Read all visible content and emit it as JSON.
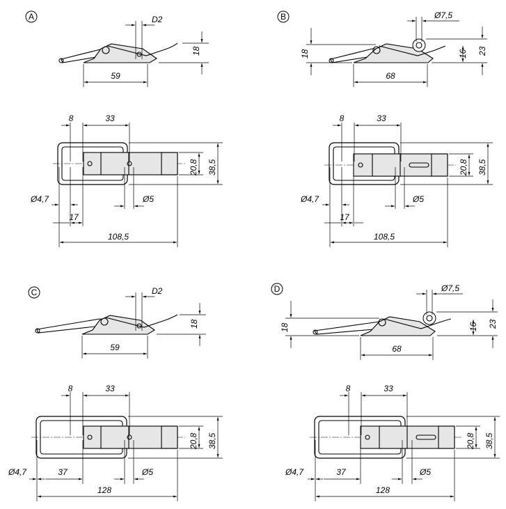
{
  "variants": [
    {
      "id": "A",
      "side": {
        "label_d2": "D2",
        "height": "18",
        "width": "59"
      },
      "plan": {
        "pitch_1": "8",
        "pitch_2": "33",
        "inner_h": "20,8",
        "outer_h": "38,5",
        "hole_d": "Ø4,7",
        "pin_d": "Ø5",
        "offset": "17",
        "length": "108,5"
      }
    },
    {
      "id": "B",
      "side": {
        "label_d": "Ø7,5",
        "height": "18",
        "height_2": "16",
        "height_3": "23",
        "width": "68"
      },
      "plan": {
        "pitch_1": "8",
        "pitch_2": "33",
        "inner_h": "20,8",
        "outer_h": "38,5",
        "hole_d": "Ø4,7",
        "pin_d": "Ø5",
        "offset": "17",
        "length": "108,5"
      }
    },
    {
      "id": "C",
      "side": {
        "label_d2": "D2",
        "height": "18",
        "width": "59"
      },
      "plan": {
        "pitch_1": "8",
        "pitch_2": "33",
        "inner_h": "20,8",
        "outer_h": "38,5",
        "hole_d": "Ø4,7",
        "pin_d": "Ø5",
        "offset": "37",
        "length": "128"
      }
    },
    {
      "id": "D",
      "side": {
        "label_d": "Ø7,5",
        "height": "18",
        "height_2": "16",
        "height_3": "23",
        "width": "68"
      },
      "plan": {
        "pitch_1": "8",
        "pitch_2": "33",
        "inner_h": "20,8",
        "outer_h": "38,5",
        "hole_d": "Ø4,7",
        "pin_d": "Ø5",
        "offset": "37",
        "length": "128"
      }
    }
  ]
}
